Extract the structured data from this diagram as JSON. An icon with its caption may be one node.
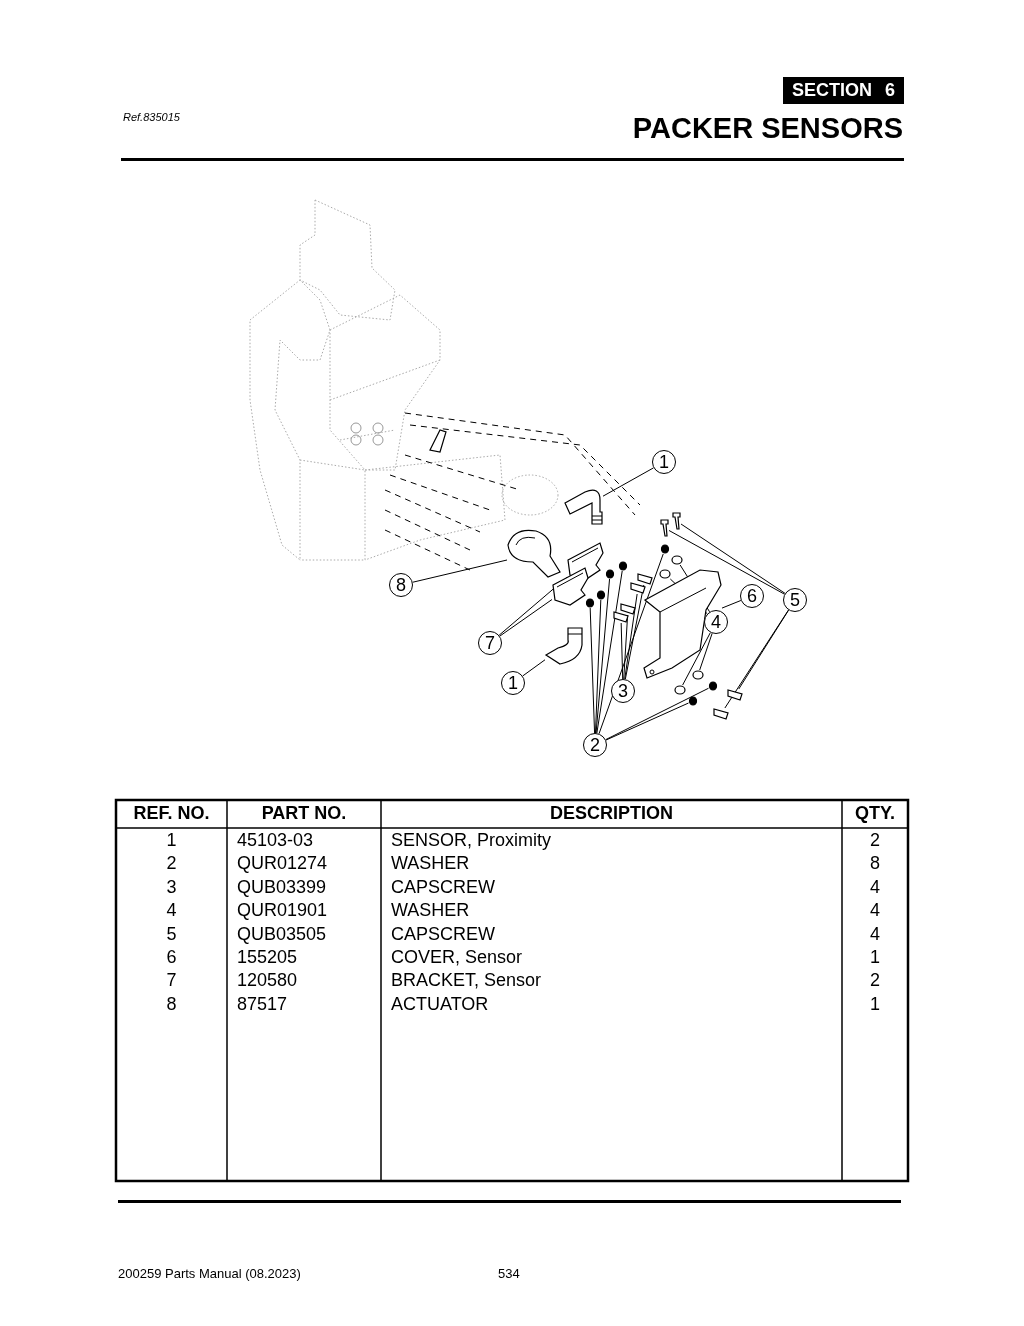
{
  "diagram": {
    "title": "PACKER SENSORS",
    "nodes": [
      {
        "text": [
          "1"
        ]
      },
      {
        "text": [
          "8"
        ]
      },
      {
        "text": [
          "6"
        ]
      },
      {
        "text": [
          "5"
        ]
      },
      {
        "text": [
          "4"
        ]
      },
      {
        "text": [
          "7"
        ]
      },
      {
        "text": [
          "1"
        ]
      },
      {
        "text": [
          "3"
        ]
      },
      {
        "text": [
          "2"
        ]
      },
      {
        "text": [],
        "shape": "picture"
      },
      {
        "text": [],
        "shape": "picture"
      },
      {
        "text": [],
        "shape": "picture"
      },
      {
        "text": [],
        "shape": "bar"
      },
      {
        "text": [],
        "shape": "bar"
      },
      {
        "text": [],
        "shape": "bar"
      },
      {
        "text": [],
        "shape": "bar"
      },
      {
        "text": [],
        "shape": "circle"
      },
      {
        "text": [],
        "shape": "circle"
      },
      {
        "text": [],
        "shape": "circle"
      },
      {
        "text": [],
        "shape": "circle"
      },
      {
        "text": [],
        "shape": "picture"
      },
      {
        "text": [],
        "shape": "picture"
      },
      {
        "text": [],
        "shape": "picture"
      },
      {
        "text": [],
        "shape": "bar"
      },
      {
        "text": [],
        "shape": "bar"
      },
      {
        "text": [],
        "shape": "bar"
      },
      {
        "text": [],
        "shape": "bar"
      },
      {
        "text": [],
        "shape": "circle"
      },
      {
        "text": [],
        "shape": "circle"
      },
      {
        "text": [],
        "shape": "circle"
      },
      {
        "text": [],
        "shape": "circle"
      },
      {
        "text": [],
        "shape": "circle"
      },
      {
        "text": [],
        "shape": "circle"
      },
      {
        "text": [],
        "shape": "circle"
      }
    ],
    "edges": [
      {
        "from": 0,
        "to": 9,
        "arrow": "none"
      },
      {
        "from": 1,
        "to": 10,
        "arrow": "none"
      },
      {
        "from": 2,
        "to": 11,
        "arrow": "none"
      },
      {
        "from": 3,
        "to": 12,
        "arrow": "none"
      },
      {
        "from": 3,
        "to": 13,
        "arrow": "none"
      },
      {
        "from": 3,
        "to": 14,
        "arrow": "none"
      },
      {
        "from": 3,
        "to": 15,
        "arrow": "none"
      },
      {
        "from": 4,
        "to": 16,
        "arrow": "none"
      },
      {
        "from": 4,
        "to": 17,
        "arrow": "none"
      },
      {
        "from": 4,
        "to": 18,
        "arrow": "none"
      },
      {
        "from": 4,
        "to": 19,
        "arrow": "none"
      },
      {
        "from": 5,
        "to": 20,
        "arrow": "none"
      },
      {
        "from": 5,
        "to": 21,
        "arrow": "none"
      },
      {
        "from": 6,
        "to": 22,
        "arrow": "none"
      },
      {
        "from": 7,
        "to": 23,
        "arrow": "none"
      },
      {
        "from": 7,
        "to": 24,
        "arrow": "none"
      },
      {
        "from": 7,
        "to": 25,
        "arrow": "none"
      },
      {
        "from": 7,
        "to": 26,
        "arrow": "none"
      },
      {
        "from": 8,
        "to": 27,
        "arrow": "none"
      },
      {
        "from": 8,
        "to": 28,
        "arrow": "none"
      },
      {
        "from": 8,
        "to": 29,
        "arrow": "none"
      },
      {
        "from": 8,
        "to": 30,
        "arrow": "none"
      },
      {
        "from": 8,
        "to": 31,
        "arrow": "none"
      },
      {
        "from": 8,
        "to": 32,
        "arrow": "none"
      },
      {
        "from": 8,
        "to": 33,
        "arrow": "none"
      }
    ],
    "labels": [
      "SECTION 6",
      "Ref.835015",
      "REF. NO.",
      "PART NO.",
      "DESCRIPTION",
      "QTY.",
      "1",
      "45103-03",
      "SENSOR, Proximity",
      "2",
      "2",
      "QUR01274",
      "WASHER",
      "8",
      "3",
      "QUB03399",
      "CAPSCREW",
      "4",
      "4",
      "QUR01901",
      "WASHER",
      "4",
      "5",
      "QUB03505",
      "CAPSCREW",
      "4",
      "6",
      "155205",
      "COVER, Sensor",
      "1",
      "7",
      "120580",
      "BRACKET, Sensor",
      "2",
      "8",
      "87517",
      "ACTUATOR",
      "1",
      "200259 Parts Manual (08.2023)",
      "534"
    ]
  }
}
